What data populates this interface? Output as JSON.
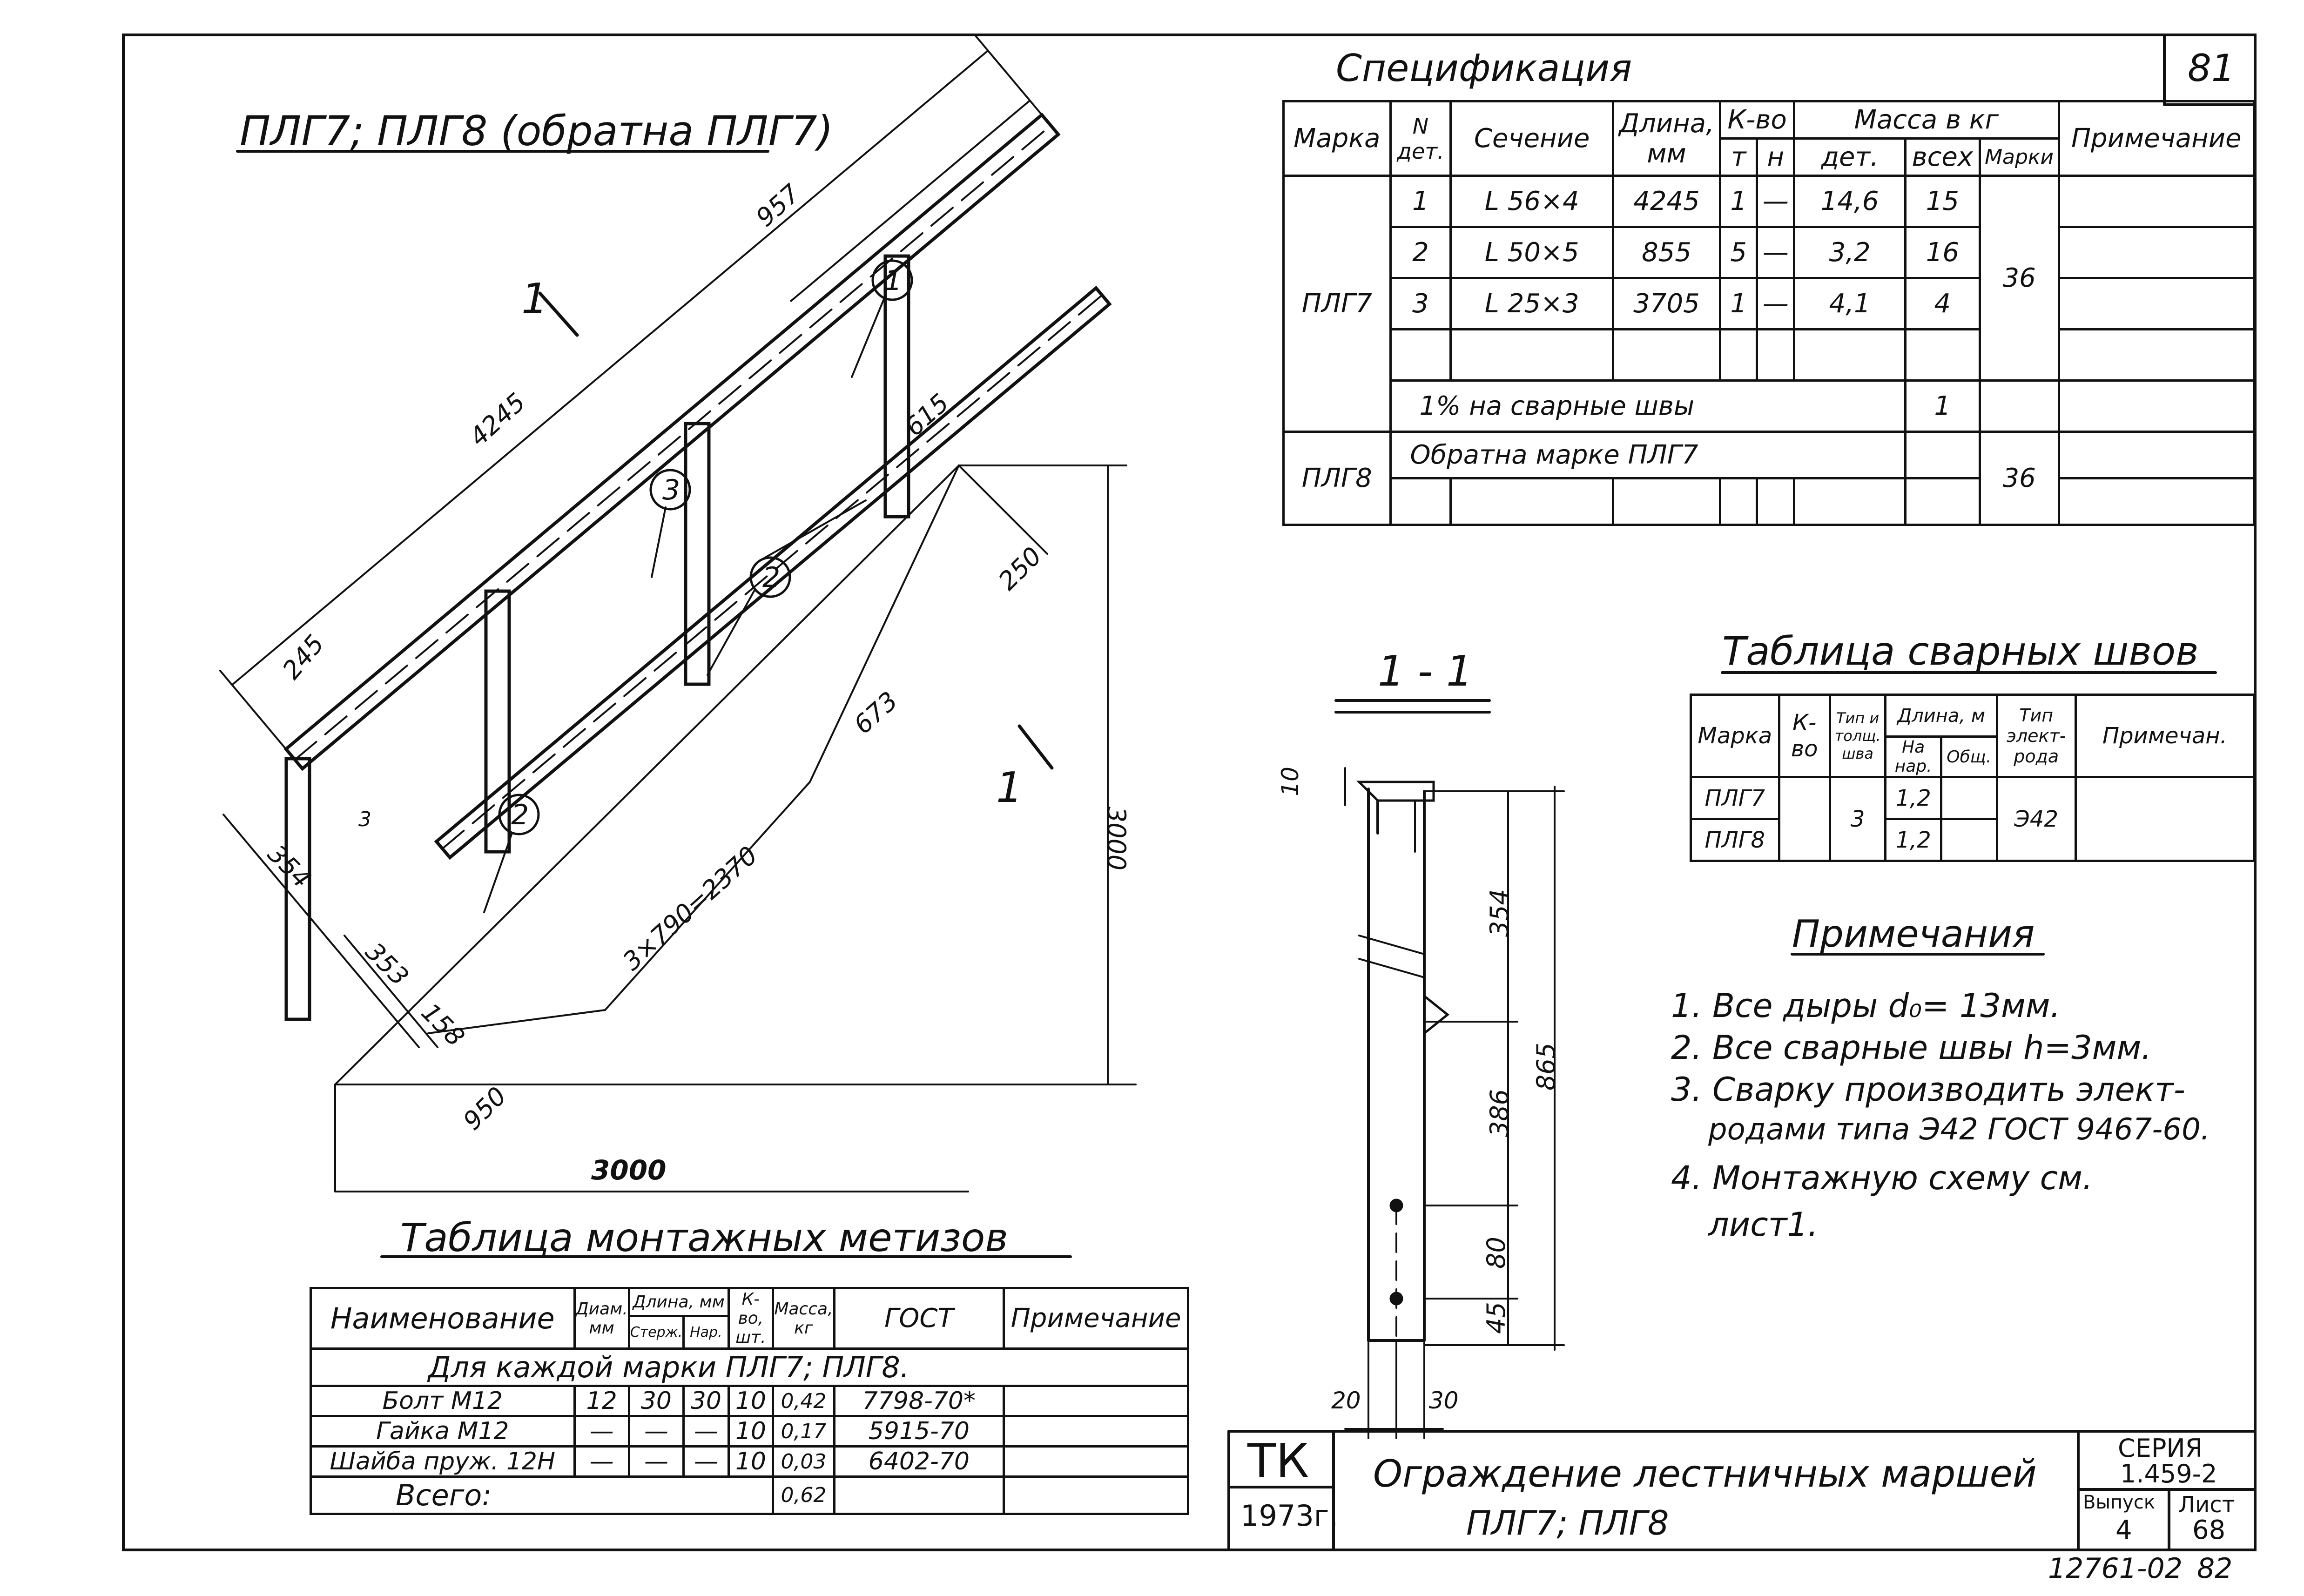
{
  "sheet": {
    "sheet_no_corner": "81",
    "serial_bottom": "12761-02",
    "serial_suffix": "82"
  },
  "drawing": {
    "title": "ПЛГ7; ПЛГ8 (обратна ПЛГ7)",
    "section_mark_1": "1",
    "section_mark_2": "1",
    "callouts": [
      "1",
      "3",
      "2",
      "2"
    ],
    "dims": {
      "d957": "957",
      "d4245": "4245",
      "d615": "615",
      "d250": "250",
      "d245": "245",
      "d673": "673",
      "d3000v": "3000",
      "d354": "354",
      "d3": "3",
      "d353": "353",
      "d3x790": "3×790=2370",
      "d158": "158",
      "d950": "950",
      "d3000h": "3000"
    }
  },
  "spec": {
    "title": "Спецификация",
    "headers": {
      "marka": "Марка",
      "ndet": "N дет.",
      "section": "Сечение",
      "length": "Длина, мм",
      "qty": "К-во",
      "qty_t": "т",
      "qty_n": "н",
      "mass": "Масса в кг",
      "mass_det": "дет.",
      "mass_all": "всех",
      "mass_marki": "Марки",
      "note": "Примечание"
    },
    "rows": [
      {
        "n": "1",
        "section": "L 56×4",
        "length": "4245",
        "t": "1",
        "n2": "—",
        "det": "14,6",
        "all": "15"
      },
      {
        "n": "2",
        "section": "L 50×5",
        "length": "855",
        "t": "5",
        "n2": "—",
        "det": "3,2",
        "all": "16"
      },
      {
        "n": "3",
        "section": "L 25×3",
        "length": "3705",
        "t": "1",
        "n2": "—",
        "det": "4,1",
        "all": "4"
      }
    ],
    "marka1": "ПЛГ7",
    "marka1_mass": "36",
    "weld_pct": "1% на сварные швы",
    "weld_pct_val": "1",
    "marka2": "ПЛГ8",
    "marka2_text": "Обратна марке ПЛГ7",
    "marka2_mass": "36"
  },
  "section11": {
    "title": "1 - 1",
    "dims": {
      "d10": "10",
      "d354": "354",
      "d865": "865",
      "d386": "386",
      "d80": "80",
      "d45": "45",
      "d20": "20",
      "d30": "30"
    }
  },
  "welds": {
    "title": "Таблица сварных швов",
    "headers": {
      "marka": "Марка",
      "kvo": "К-во",
      "type": "Тип и толщ. шва",
      "length": "Длина, м",
      "len_nar": "На нар.",
      "len_obsh": "Общ.",
      "electrode": "Тип элект-рода",
      "note": "Примечан."
    },
    "rows": [
      {
        "marka": "ПЛГ7",
        "len": "1,2"
      },
      {
        "marka": "ПЛГ8",
        "len": "1,2"
      }
    ],
    "type_val": "3",
    "electrode_val": "Э42"
  },
  "notes": {
    "title": "Примечания",
    "items": [
      "1. Все дыры d₀= 13мм.",
      "2. Все сварные швы h=3мм.",
      "3. Сварку производить элект-",
      "родами типа Э42 ГОСТ 9467-60.",
      "4. Монтажную схему см.",
      "лист1."
    ]
  },
  "bolts": {
    "title": "Таблица монтажных метизов",
    "headers": {
      "name": "Наименование",
      "diam": "Диам. мм",
      "length": "Длина, мм",
      "len_sterzh": "Стерж.",
      "len_nar": "Нар.",
      "qty": "К-во, шт.",
      "mass": "Масса, кг",
      "gost": "ГОСТ",
      "note": "Примечание"
    },
    "group": "Для каждой марки ПЛГ7; ПЛГ8.",
    "rows": [
      {
        "name": "Болт М12",
        "d": "12",
        "ls": "30",
        "ln": "30",
        "q": "10",
        "m": "0,42",
        "gost": "7798-70*"
      },
      {
        "name": "Гайка М12",
        "d": "—",
        "ls": "—",
        "ln": "—",
        "q": "10",
        "m": "0,17",
        "gost": "5915-70"
      },
      {
        "name": "Шайба пруж. 12Н",
        "d": "—",
        "ls": "—",
        "ln": "—",
        "q": "10",
        "m": "0,03",
        "gost": "6402-70"
      }
    ],
    "total_label": "Всего:",
    "total_mass": "0,62"
  },
  "stamp": {
    "logo": "ТК",
    "year": "1973г.",
    "title_line1": "Ограждение лестничных маршей",
    "title_line2": "ПЛГ7; ПЛГ8",
    "series_label": "СЕРИЯ",
    "series_value": "1.459-2",
    "vyp_label": "Выпуск",
    "vyp_value": "4",
    "list_label": "Лист",
    "list_value": "68"
  }
}
